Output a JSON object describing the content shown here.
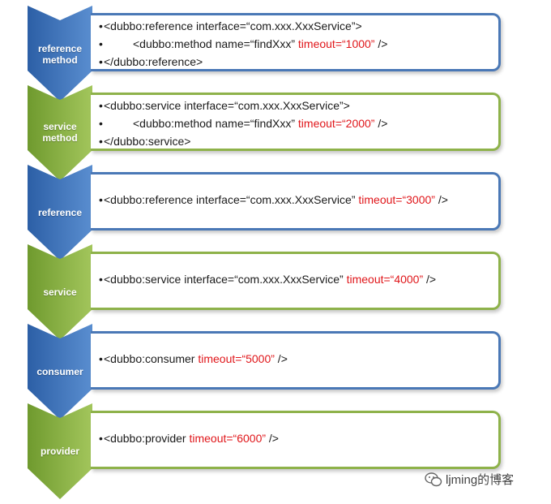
{
  "colors": {
    "blue": "#4a78b6",
    "green": "#8eb24a",
    "highlight": "#e0161a"
  },
  "rows": [
    {
      "label_line1": "reference",
      "label_line2": "method",
      "color": "blue",
      "lines": [
        {
          "bullet": "•",
          "text": "<dubbo:reference interface=“com.xxx.XxxService”>",
          "red": "",
          "tail": ""
        },
        {
          "bullet": "•",
          "text": "<dubbo:method name=“findXxx” ",
          "red": "timeout=“1000”",
          "tail": " />"
        },
        {
          "bullet": "•",
          "text": "</dubbo:reference>",
          "red": "",
          "tail": ""
        }
      ]
    },
    {
      "label_line1": "service",
      "label_line2": "method",
      "color": "green",
      "lines": [
        {
          "bullet": "•",
          "text": "<dubbo:service interface=“com.xxx.XxxService”>",
          "red": "",
          "tail": ""
        },
        {
          "bullet": "•",
          "text": "<dubbo:method name=“findXxx” ",
          "red": "timeout=“2000”",
          "tail": " />"
        },
        {
          "bullet": "•",
          "text": "</dubbo:service>",
          "red": "",
          "tail": ""
        }
      ]
    },
    {
      "label_line1": "reference",
      "color": "blue",
      "lines": [
        {
          "bullet": "•",
          "text": "<dubbo:reference interface=“com.xxx.XxxService” ",
          "red": "timeout=“3000”",
          "tail": " />"
        }
      ]
    },
    {
      "label_line1": "service",
      "color": "green",
      "lines": [
        {
          "bullet": "•",
          "text": "<dubbo:service interface=“com.xxx.XxxService” ",
          "red": "timeout=“4000”",
          "tail": " />"
        }
      ]
    },
    {
      "label_line1": "consumer",
      "color": "blue",
      "lines": [
        {
          "bullet": "•",
          "text": "<dubbo:consumer ",
          "red": "timeout=“5000”",
          "tail": " />"
        }
      ]
    },
    {
      "label_line1": "provider",
      "color": "green",
      "lines": [
        {
          "bullet": "•",
          "text": "<dubbo:provider ",
          "red": "timeout=“6000”",
          "tail": " />"
        }
      ]
    }
  ],
  "watermark": {
    "icon": "wechat-icon",
    "text": "ljming的博客"
  }
}
